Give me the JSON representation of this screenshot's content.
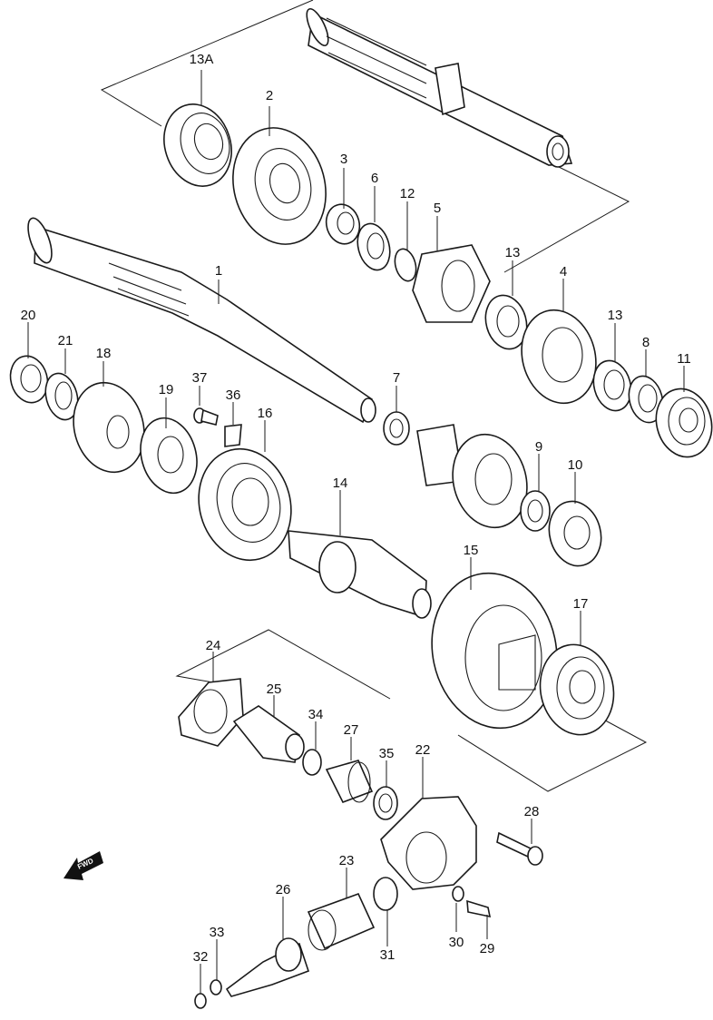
{
  "diagram": {
    "fwd_marker": "FWD",
    "callouts": {
      "p13a": "13A",
      "p2": "2",
      "p3": "3",
      "p6": "6",
      "p12": "12",
      "p5": "5",
      "p13_upper": "13",
      "p4": "4",
      "p13_lower": "13",
      "p8": "8",
      "p11": "11",
      "p1": "1",
      "p20": "20",
      "p21": "21",
      "p18": "18",
      "p19": "19",
      "p37": "37",
      "p36": "36",
      "p16": "16",
      "p7": "7",
      "p9": "9",
      "p10": "10",
      "p14": "14",
      "p15": "15",
      "p17": "17",
      "p24": "24",
      "p25": "25",
      "p34": "34",
      "p27": "27",
      "p35": "35",
      "p22": "22",
      "p28": "28",
      "p23": "23",
      "p26": "26",
      "p33": "33",
      "p32": "32",
      "p31": "31",
      "p30": "30",
      "p29": "29"
    }
  }
}
